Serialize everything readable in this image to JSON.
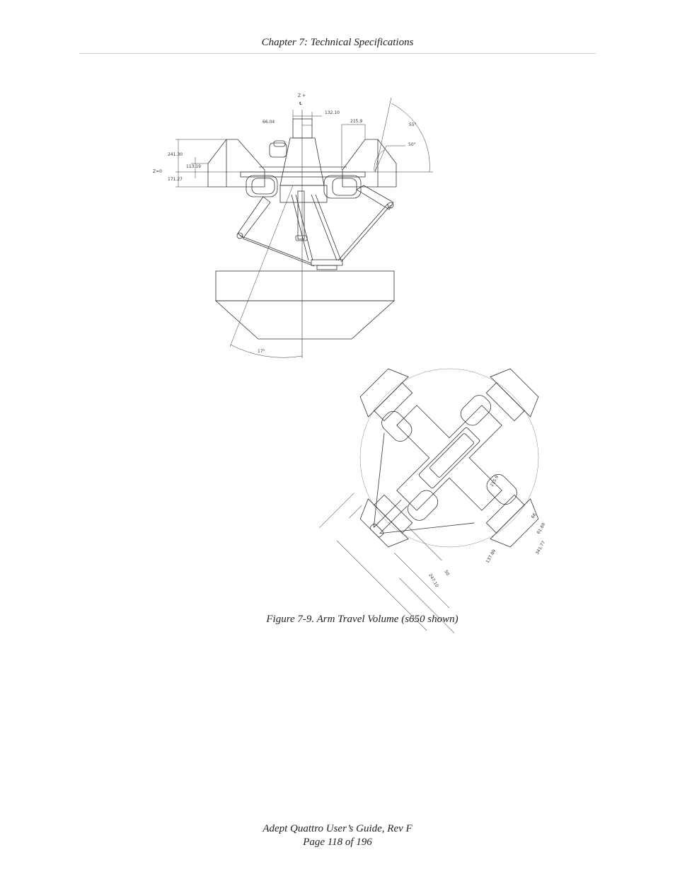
{
  "header": {
    "chapter_title": "Chapter 7: Technical Specifications"
  },
  "figure": {
    "caption": "Figure 7-9. Arm Travel Volume (s650 shown)",
    "side_view": {
      "z_axis_label": "Z +",
      "centerline_symbol": "℄",
      "z_zero_label": "Z=0",
      "dim_66_04": "66.04",
      "dim_132_10": "132.10",
      "dim_215_9": "215.9",
      "angle_55": "55°",
      "angle_50": "50°",
      "dim_241_30": "241.30",
      "dim_113_19": "113.19",
      "dim_171_27": "171.27",
      "angle_17": "17°"
    },
    "top_view": {
      "dim_215_9": "215.9",
      "dim_66": "66",
      "dim_61_60": "61.60",
      "dim_341_77": "341.77",
      "dim_137_89": "137.89",
      "dim_50": "50",
      "dim_247_10": "247.10"
    }
  },
  "footer": {
    "guide_title": "Adept Quattro User’s Guide, Rev F",
    "page_number": "Page 118 of 196"
  }
}
